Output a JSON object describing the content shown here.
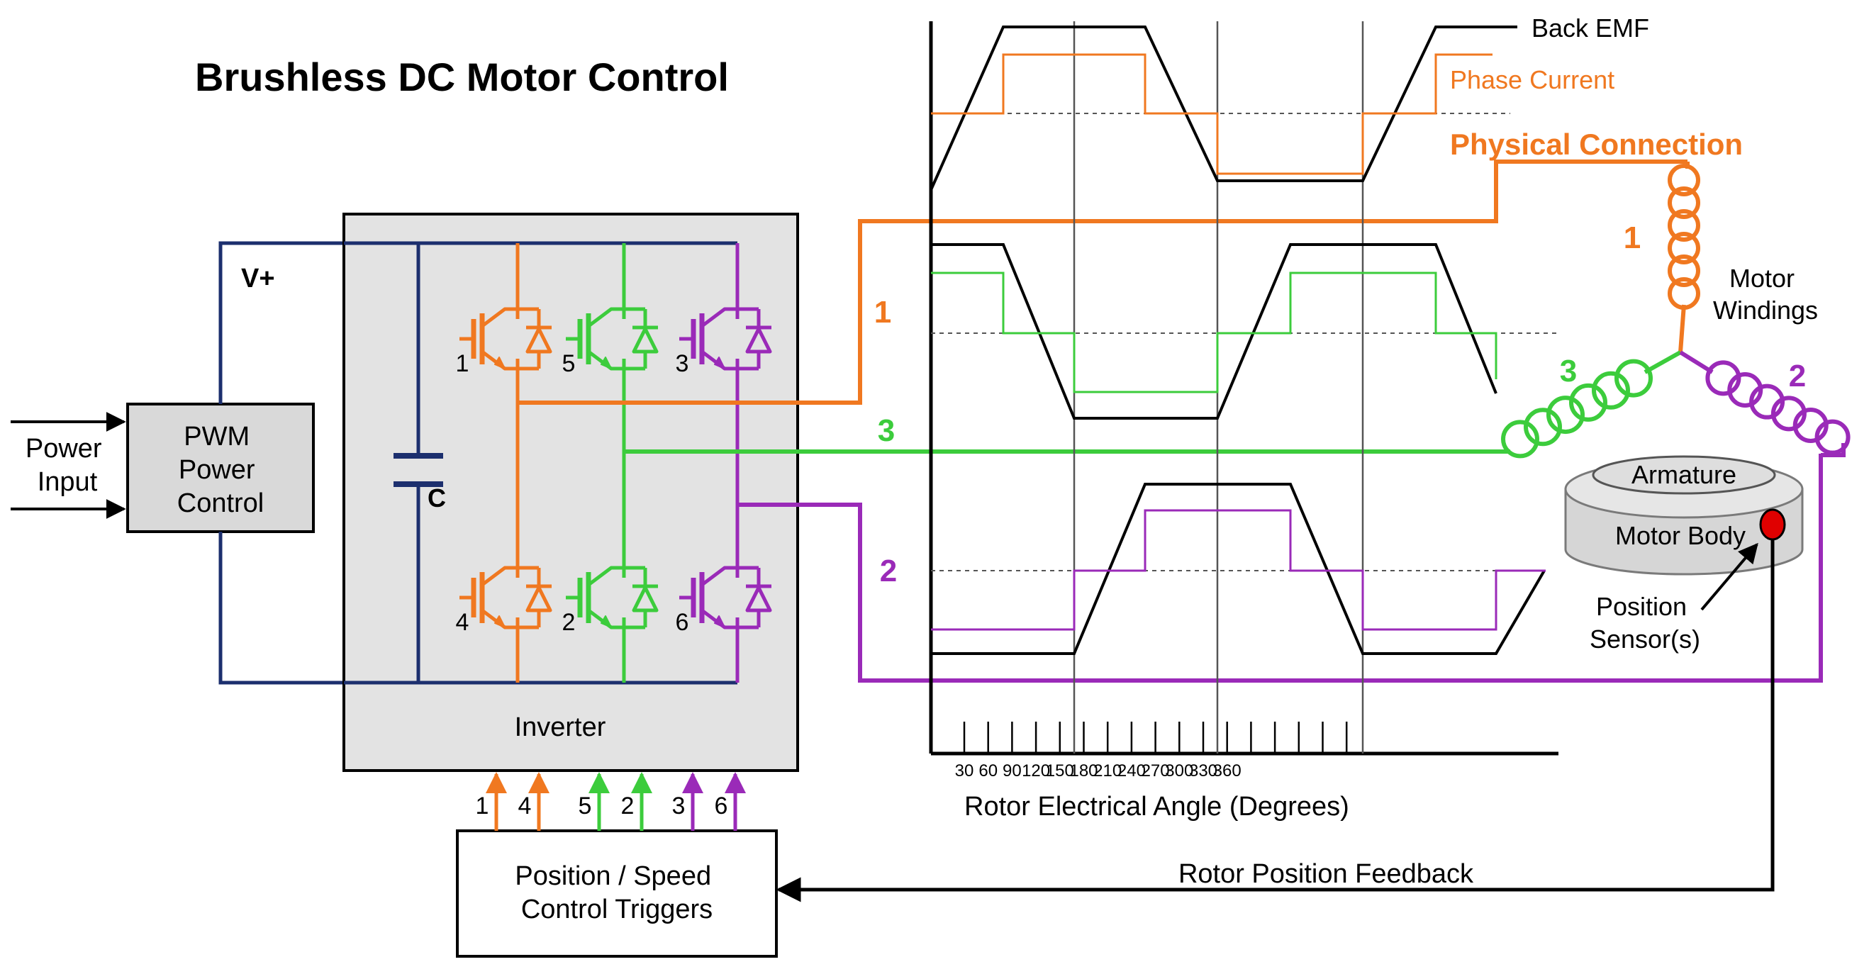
{
  "title": "Brushless DC Motor Control",
  "colors": {
    "phase1": "#f07820",
    "phase3": "#3ccc3c",
    "phase2": "#9a2ab8",
    "bus": "#1c2f6e",
    "black": "#000000",
    "panel": "#e3e3e3",
    "sensor": "#e00000"
  },
  "power_input": {
    "label_line1": "Power",
    "label_line2": "Input"
  },
  "pwm": {
    "line1": "PWM",
    "line2": "Power",
    "line3": "Control"
  },
  "bus": {
    "vplus": "V+",
    "capacitor": "C"
  },
  "inverter": {
    "label": "Inverter",
    "switch_labels": [
      "1",
      "5",
      "3",
      "4",
      "2",
      "6"
    ]
  },
  "triggers": {
    "line1": "Position / Speed",
    "line2": "Control Triggers",
    "input_labels": [
      "1",
      "4",
      "5",
      "2",
      "3",
      "6"
    ]
  },
  "phase_labels": {
    "phase1": "1",
    "phase3": "3",
    "phase2": "2"
  },
  "waveforms": {
    "legend_back_emf": "Back EMF",
    "legend_phase_current": "Phase Current",
    "physical_connection": "Physical Connection",
    "angle_ticks": [
      "30",
      "60",
      "90",
      "120",
      "150",
      "180",
      "210",
      "240",
      "270",
      "300",
      "330",
      "360"
    ],
    "angle_axis_label": "Rotor Electrical Angle (Degrees)"
  },
  "motor": {
    "windings_line1": "Motor",
    "windings_line2": "Windings",
    "coil_labels": {
      "coil1": "1",
      "coil3": "3",
      "coil2": "2"
    },
    "armature": "Armature",
    "body": "Motor Body",
    "sensor_line1": "Position",
    "sensor_line2": "Sensor(s)"
  },
  "feedback": {
    "label": "Rotor Position Feedback"
  }
}
